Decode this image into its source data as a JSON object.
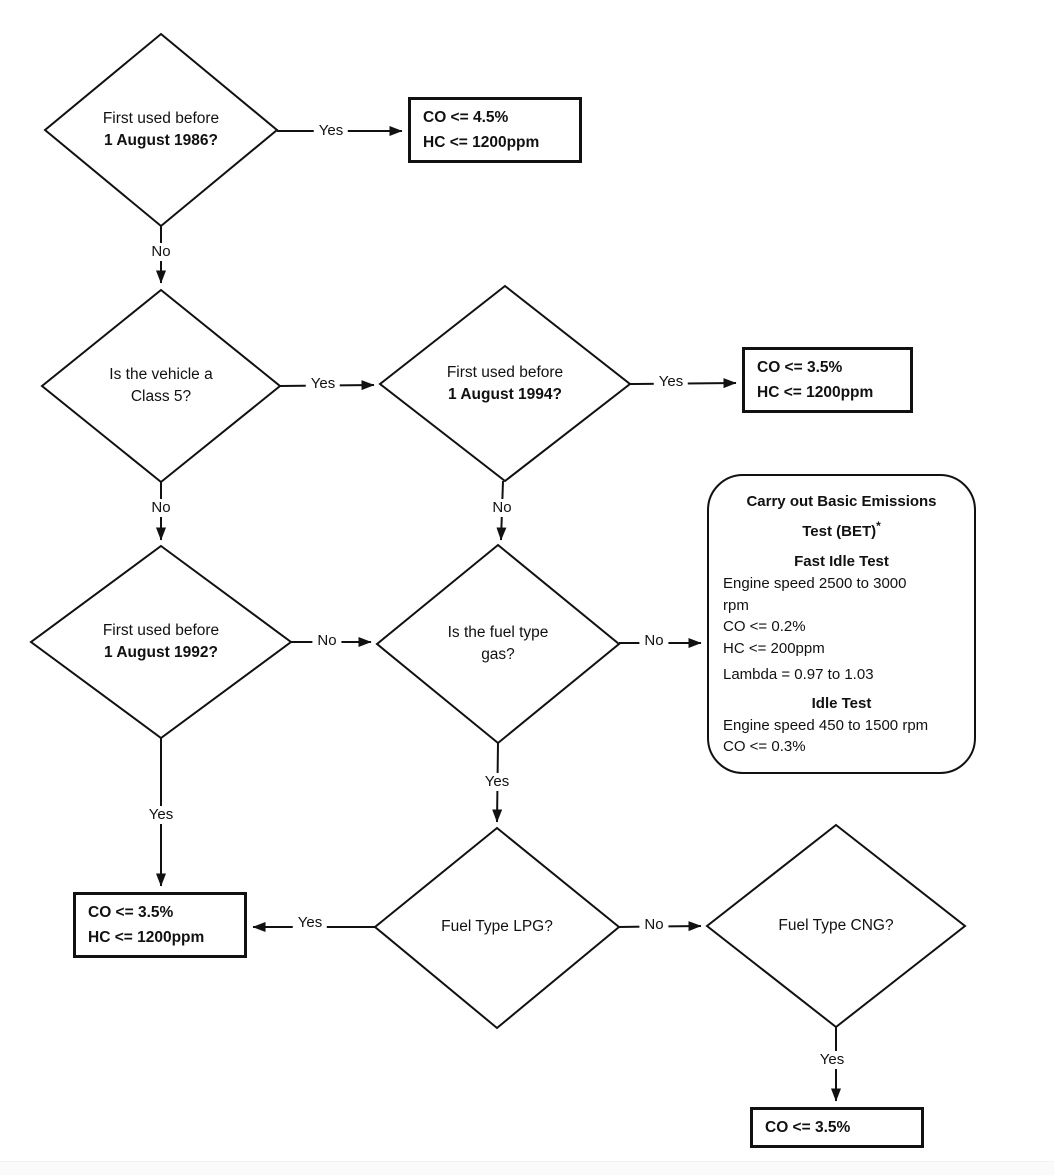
{
  "canvas": {
    "background": "#ffffff",
    "stroke_color": "#111111",
    "text_color": "#111111"
  },
  "decisions": {
    "first_used_1986": {
      "line1": "First used before",
      "line2": "1 August 1986?"
    },
    "vehicle_class5": {
      "line1": "Is the vehicle a",
      "line2": "Class 5?"
    },
    "first_used_1994": {
      "line1": "First used before",
      "line2": "1 August 1994?"
    },
    "first_used_1992": {
      "line1": "First used before",
      "line2": "1 August 1992?"
    },
    "fuel_type_gas": {
      "line1": "Is the fuel type",
      "line2": "gas?"
    },
    "fuel_type_lpg": {
      "label": "Fuel Type LPG?"
    },
    "fuel_type_cng": {
      "label": "Fuel Type CNG?"
    }
  },
  "results": {
    "pre_1986": {
      "line1": "CO <= 4.5%",
      "line2": "HC <= 1200ppm"
    },
    "pre_1994": {
      "line1": "CO <= 3.5%",
      "line2": "HC <= 1200ppm"
    },
    "pre_1992": {
      "line1": "CO <= 3.5%",
      "line2": "HC <= 1200ppm"
    },
    "cng": {
      "line1": "CO <= 3.5%"
    }
  },
  "bet_box": {
    "title_line1": "Carry out Basic Emissions",
    "title_line2": "Test (BET)",
    "title_footnote_mark": "*",
    "fast_idle_heading": "Fast Idle Test",
    "fast_idle_lines": [
      "Engine speed 2500 to 3000",
      "rpm",
      "CO <= 0.2%",
      "HC <= 200ppm",
      "Lambda = 0.97 to 1.03"
    ],
    "idle_heading": "Idle Test",
    "idle_lines": [
      "Engine speed 450 to 1500 rpm",
      "CO <= 0.3%"
    ]
  },
  "edges": [
    {
      "from": "first_used_1986",
      "to": "pre_1986_result",
      "label": "Yes"
    },
    {
      "from": "first_used_1986",
      "to": "vehicle_class5",
      "label": "No"
    },
    {
      "from": "vehicle_class5",
      "to": "first_used_1994",
      "label": "Yes"
    },
    {
      "from": "first_used_1994",
      "to": "pre_1994_result",
      "label": "Yes"
    },
    {
      "from": "vehicle_class5",
      "to": "first_used_1992",
      "label": "No"
    },
    {
      "from": "first_used_1994",
      "to": "fuel_type_gas",
      "label": "No"
    },
    {
      "from": "first_used_1992",
      "to": "fuel_type_gas",
      "label": "No"
    },
    {
      "from": "fuel_type_gas",
      "to": "bet_box",
      "label": "No"
    },
    {
      "from": "first_used_1992",
      "to": "pre_1992_result",
      "label": "Yes"
    },
    {
      "from": "fuel_type_gas",
      "to": "fuel_type_lpg",
      "label": "Yes"
    },
    {
      "from": "fuel_type_lpg",
      "to": "pre_1992_result",
      "label": "Yes"
    },
    {
      "from": "fuel_type_lpg",
      "to": "fuel_type_cng",
      "label": "No"
    },
    {
      "from": "fuel_type_cng",
      "to": "cng_result",
      "label": "Yes"
    }
  ]
}
